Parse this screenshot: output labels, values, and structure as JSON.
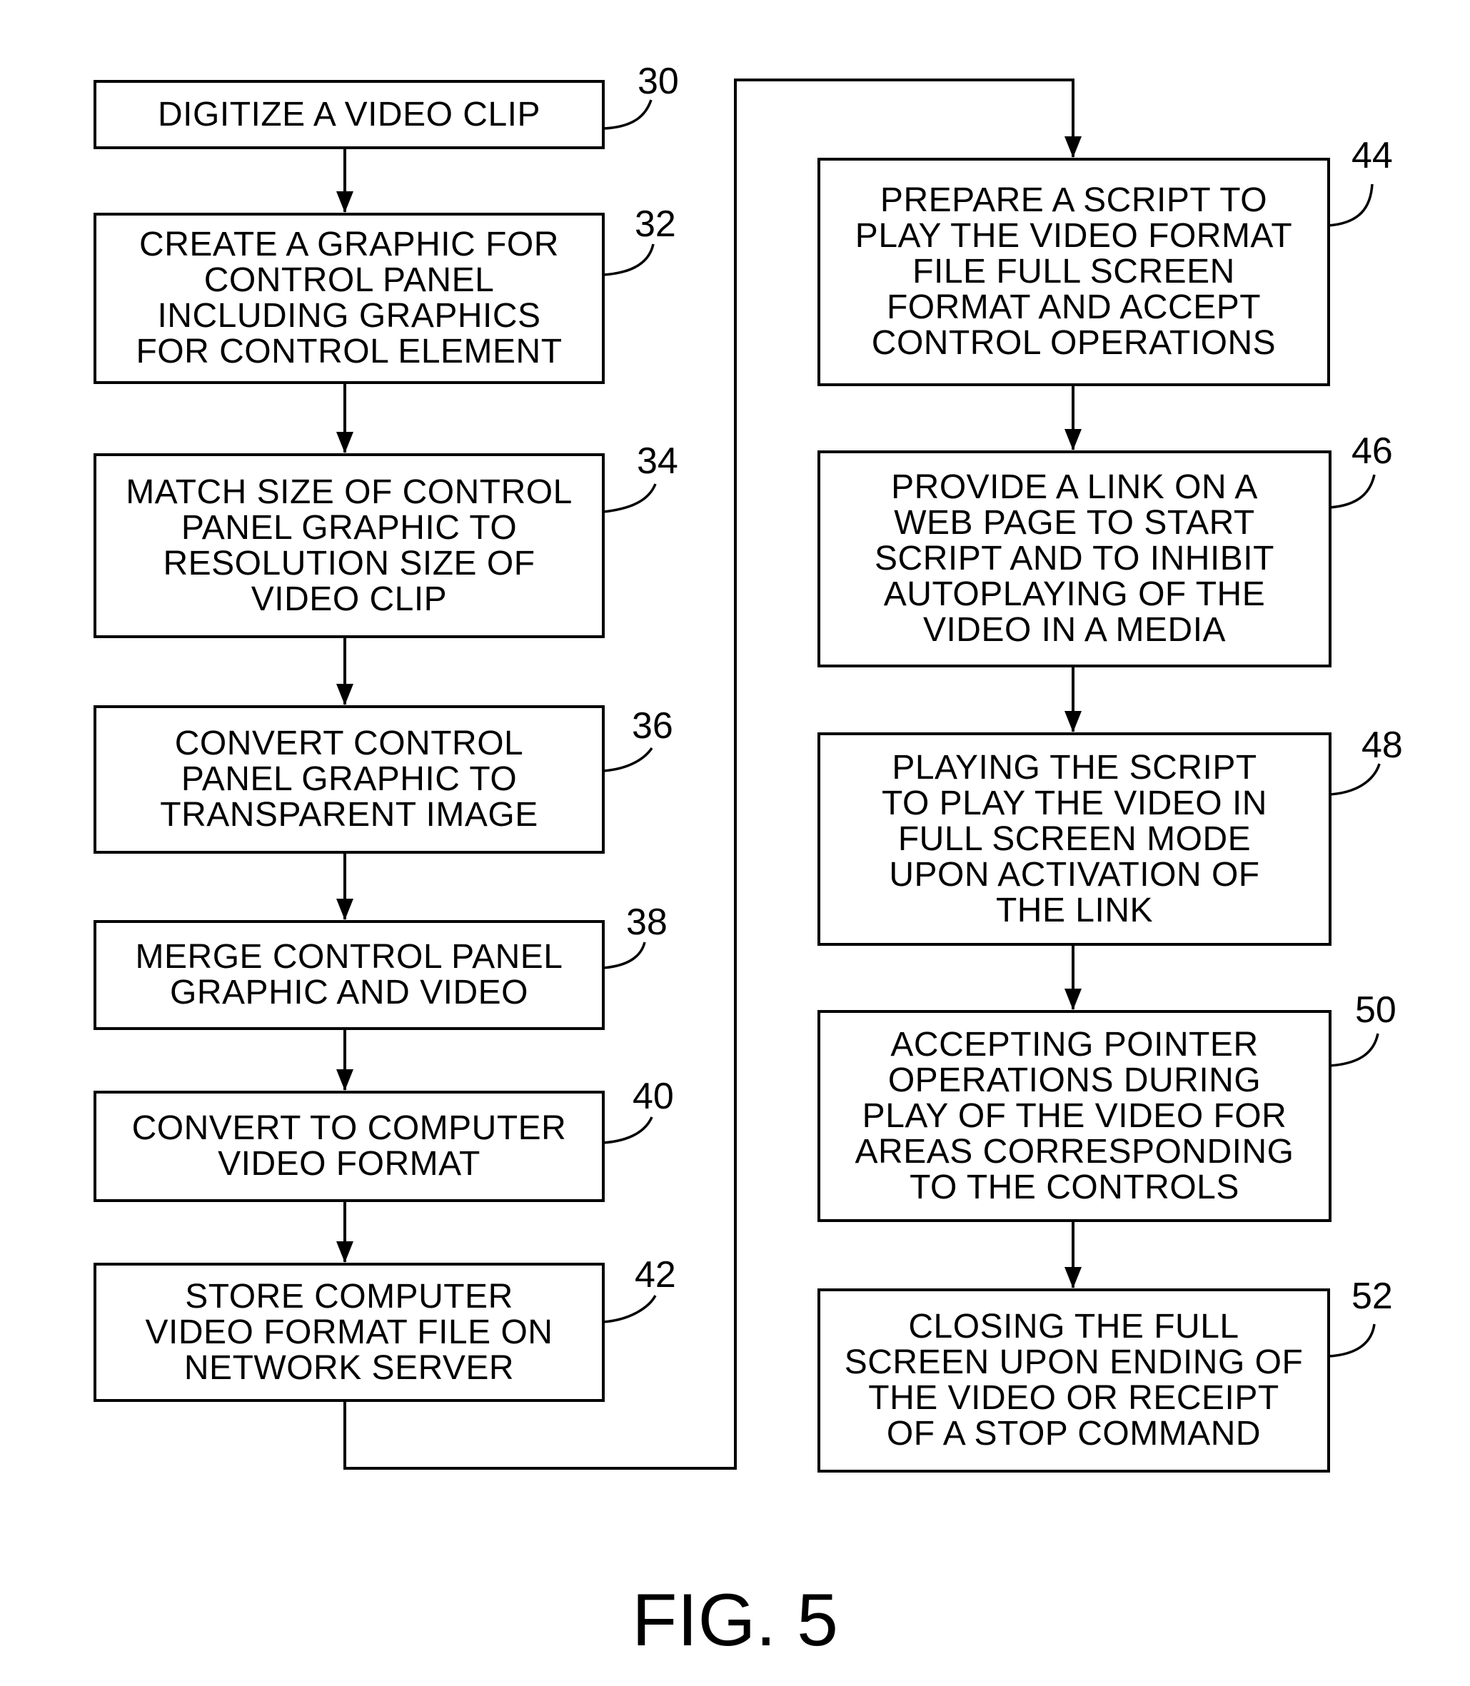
{
  "figure_label": "FIG. 5",
  "steps": [
    {
      "ref": "30",
      "text": "DIGITIZE A VIDEO CLIP"
    },
    {
      "ref": "32",
      "text": "CREATE A GRAPHIC FOR\nCONTROL PANEL\nINCLUDING GRAPHICS\nFOR CONTROL ELEMENT"
    },
    {
      "ref": "34",
      "text": "MATCH SIZE OF CONTROL\nPANEL GRAPHIC TO\nRESOLUTION SIZE OF\nVIDEO CLIP"
    },
    {
      "ref": "36",
      "text": "CONVERT CONTROL\nPANEL GRAPHIC TO\nTRANSPARENT IMAGE"
    },
    {
      "ref": "38",
      "text": "MERGE CONTROL PANEL\nGRAPHIC AND VIDEO"
    },
    {
      "ref": "40",
      "text": "CONVERT TO COMPUTER\nVIDEO FORMAT"
    },
    {
      "ref": "42",
      "text": "STORE COMPUTER\nVIDEO FORMAT FILE ON\nNETWORK SERVER"
    },
    {
      "ref": "44",
      "text": "PREPARE A SCRIPT TO\nPLAY THE VIDEO FORMAT\nFILE FULL SCREEN\nFORMAT AND ACCEPT\nCONTROL OPERATIONS"
    },
    {
      "ref": "46",
      "text": "PROVIDE A LINK ON A\nWEB PAGE TO START\nSCRIPT AND TO INHIBIT\nAUTOPLAYING OF THE\nVIDEO IN A MEDIA"
    },
    {
      "ref": "48",
      "text": "PLAYING THE SCRIPT\nTO PLAY THE VIDEO IN\nFULL SCREEN MODE\nUPON ACTIVATION OF\nTHE LINK"
    },
    {
      "ref": "50",
      "text": "ACCEPTING POINTER\nOPERATIONS DURING\nPLAY OF THE VIDEO FOR\nAREAS CORRESPONDING\nTO THE CONTROLS"
    },
    {
      "ref": "52",
      "text": "CLOSING THE FULL\nSCREEN UPON ENDING OF\nTHE VIDEO OR RECEIPT\nOF A STOP COMMAND"
    }
  ]
}
